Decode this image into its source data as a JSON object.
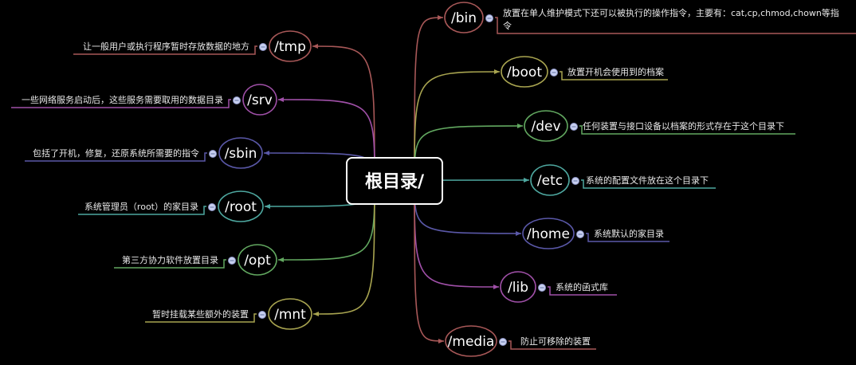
{
  "root": {
    "label": "根目录/"
  },
  "colors": {
    "background": "#000000",
    "dot": "#c8d0f0"
  },
  "right": [
    {
      "label": "/bin",
      "desc": [
        "放置在单人维护模式下还可以被执行的操作指令，主要有：cat,cp,chmod,chown等指",
        "令"
      ],
      "color": "#a85858"
    },
    {
      "label": "/boot",
      "desc": [
        "放置开机会使用到的档案"
      ],
      "color": "#a8a450"
    },
    {
      "label": "/dev",
      "desc": [
        "任何装置与接口设备以档案的形式存在于这个目录下"
      ],
      "color": "#62a860"
    },
    {
      "label": "/etc",
      "desc": [
        "系统的配置文件放在这个目录下"
      ],
      "color": "#4ea8a0"
    },
    {
      "label": "/home",
      "desc": [
        "系统默认的家目录"
      ],
      "color": "#5a58a8"
    },
    {
      "label": "/lib",
      "desc": [
        "系统的函式库"
      ],
      "color": "#a050a8"
    },
    {
      "label": "/media",
      "desc": [
        "防止可移除的装置"
      ],
      "color": "#a85858"
    }
  ],
  "left": [
    {
      "label": "/tmp",
      "desc": [
        "让一般用户或执行程序暂时存放数据的地方"
      ],
      "color": "#a85858"
    },
    {
      "label": "/srv",
      "desc": [
        "一些网络服务启动后，这些服务需要取用的数据目录"
      ],
      "color": "#a050a8"
    },
    {
      "label": "/sbin",
      "desc": [
        "包括了开机，修复，还原系统所需要的指令"
      ],
      "color": "#5a58a8"
    },
    {
      "label": "/root",
      "desc": [
        "系统管理员（root）的家目录"
      ],
      "color": "#4ea8a0"
    },
    {
      "label": "/opt",
      "desc": [
        "第三方协力软件放置目录"
      ],
      "color": "#62a860"
    },
    {
      "label": "/mnt",
      "desc": [
        "暂时挂载某些额外的装置"
      ],
      "color": "#a8a450"
    }
  ]
}
